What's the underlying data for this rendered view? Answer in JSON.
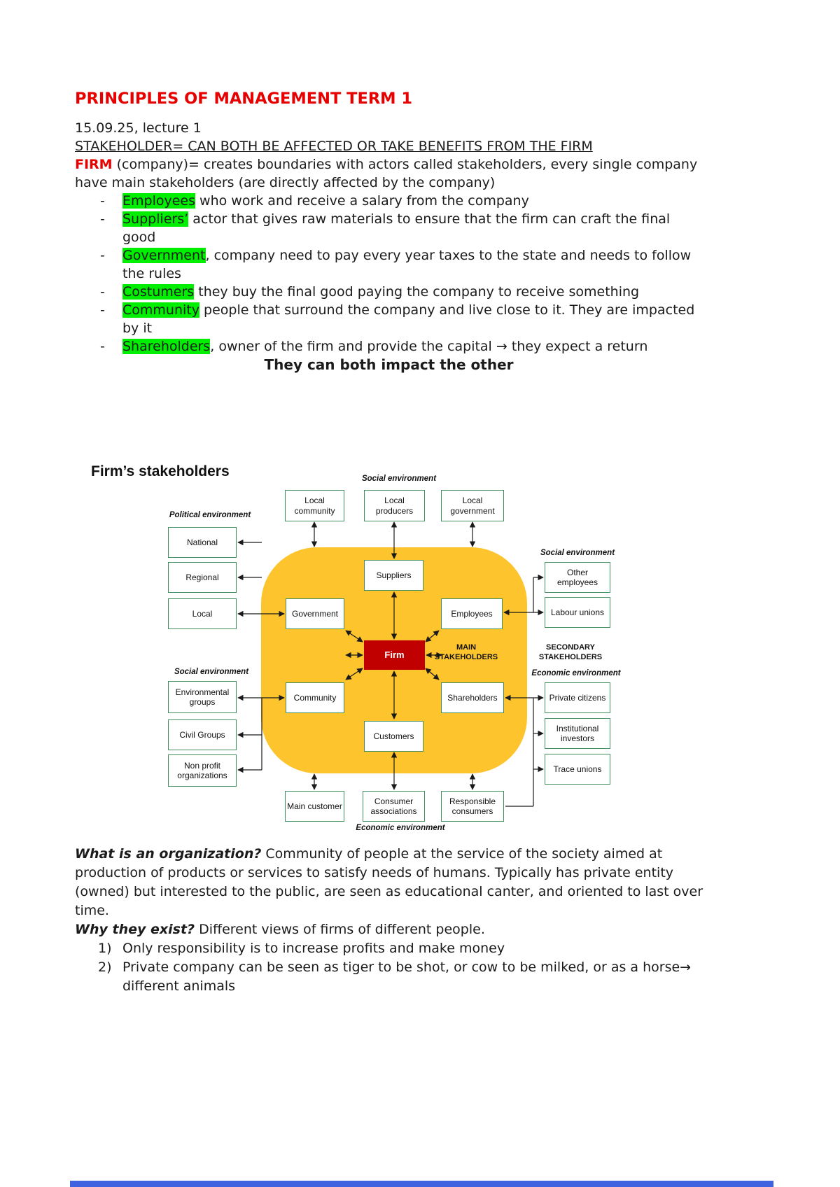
{
  "colors": {
    "accent_red": "#e60000",
    "highlight_green": "#00ee00",
    "diagram_yellow": "#fdc42e",
    "firm_red": "#c00000",
    "box_green": "#3f8f5f",
    "bottom_blue": "#3f63e0"
  },
  "title": "PRINCIPLES OF MANAGEMENT TERM 1",
  "intro": {
    "lecture_line": "15.09.25, lecture 1",
    "stakeholder_definition": "STAKEHOLDER= CAN BOTH BE AFFECTED OR TAKE BENEFITS FROM THE FIRM",
    "firm_term": "FIRM",
    "firm_definition": " (company)= creates boundaries with actors called stakeholders, every single company have main stakeholders (are directly affected by the company)"
  },
  "stakeholders": [
    {
      "term": "Employees",
      "rest": " who work and receive a salary from the company"
    },
    {
      "term": "Suppliers’",
      "rest": " actor that gives raw materials to ensure that the firm can craft the final good"
    },
    {
      "term": "Government",
      "rest": ", company need to pay every year taxes to the state and needs to follow the rules"
    },
    {
      "term": "Costumers",
      "rest": " they buy the final good paying the company to receive something"
    },
    {
      "term": "Community",
      "rest": " people that surround the company and live close to it. They are impacted by it"
    },
    {
      "term": "Shareholders",
      "rest": ", owner of the firm and provide the capital → they expect a return"
    }
  ],
  "impact_heading": "They can both impact the other",
  "diagram": {
    "title": "Firm’s stakeholders",
    "labels": {
      "social_environment": "Social environment",
      "political_environment": "Political environment",
      "economic_environment": "Economic environment",
      "main_stakeholders": "MAIN STAKEHOLDERS",
      "secondary_stakeholders": "SECONDARY STAKEHOLDERS"
    },
    "boxes": {
      "local_community": "Local community",
      "local_producers": "Local producers",
      "local_government": "Local government",
      "national": "National",
      "regional": "Regional",
      "local": "Local",
      "suppliers": "Suppliers",
      "government": "Government",
      "employees": "Employees",
      "firm": "Firm",
      "community": "Community",
      "shareholders": "Shareholders",
      "customers": "Customers",
      "other_employees": "Other employees",
      "labour_unions": "Labour unions",
      "private_citizens": "Private citizens",
      "institutional_investors": "Institutional investors",
      "trace_unions": "Trace unions",
      "environmental_groups": "Environmental groups",
      "civil_groups": "Civil Groups",
      "nonprofit_organizations": "Non profit organizations",
      "main_customer": "Main customer",
      "consumer_associations": "Consumer associations",
      "responsible_consumers": "Responsible consumers"
    }
  },
  "organization": {
    "question1": "What is an organization?",
    "answer1": " Community of people at the service of the society aimed at production of products or services to satisfy needs of humans. Typically has private entity (owned) but interested to the public, are seen as educational canter, and oriented to last over time.",
    "question2": "Why they exist?",
    "answer2": " Different views of firms of different people.",
    "points": [
      "Only responsibility is to increase profits and make money",
      "Private company can be seen as tiger to be shot, or cow to be milked, or as a horse→ different animals"
    ]
  }
}
